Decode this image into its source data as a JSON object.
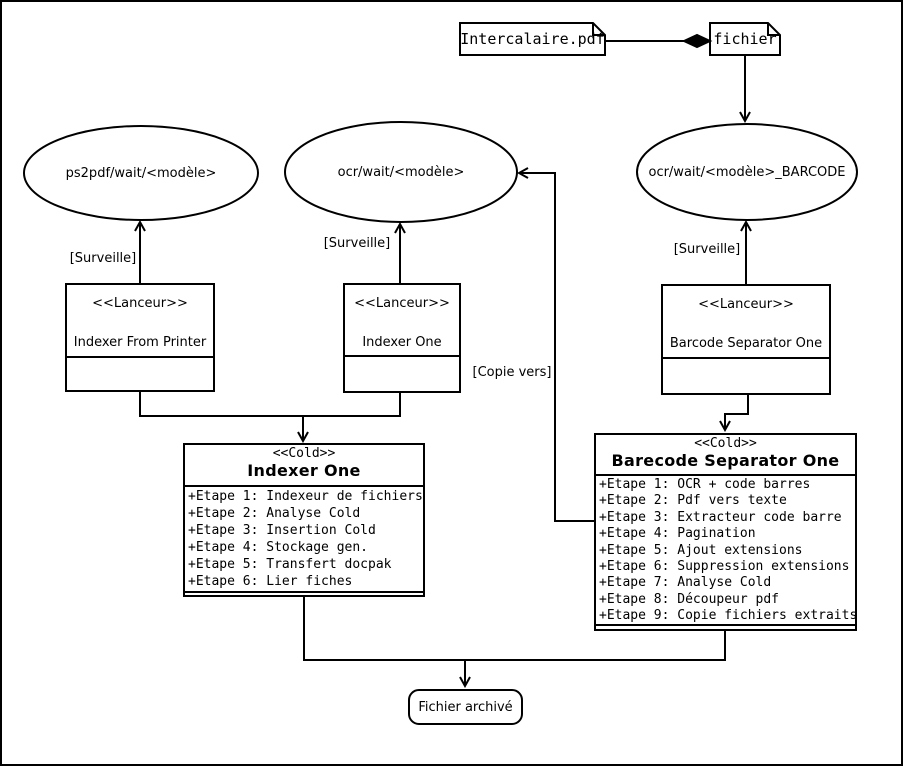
{
  "notes": [
    {
      "label": "Intercalaire.pdf"
    },
    {
      "label": "fichier"
    }
  ],
  "queues": [
    {
      "label": "ps2pdf/wait/<modèle>"
    },
    {
      "label": "ocr/wait/<modèle>"
    },
    {
      "label": "ocr/wait/<modèle>_BARCODE"
    }
  ],
  "launchers": [
    {
      "stereotype": "<<Lanceur>>",
      "name": "Indexer From Printer"
    },
    {
      "stereotype": "<<Lanceur>>",
      "name": "Indexer One"
    },
    {
      "stereotype": "<<Lanceur>>",
      "name": "Barcode Separator One"
    }
  ],
  "cold": [
    {
      "stereotype": "<<Cold>>",
      "name": "Indexer One",
      "steps": [
        "+Etape 1: Indexeur de fichiers",
        "+Etape 2: Analyse Cold",
        "+Etape 3: Insertion Cold",
        "+Etape 4: Stockage gen.",
        "+Etape 5: Transfert docpak",
        "+Etape 6: Lier fiches"
      ]
    },
    {
      "stereotype": "<<Cold>>",
      "name": "Barecode Separator One",
      "steps": [
        "+Etape 1: OCR + code barres",
        "+Etape 2: Pdf vers texte",
        "+Etape 3: Extracteur code barre",
        "+Etape 4: Pagination",
        "+Etape 5: Ajout extensions",
        "+Etape 6: Suppression extensions",
        "+Etape 7: Analyse Cold",
        "+Etape 8: Découpeur pdf",
        "+Etape 9: Copie fichiers extraits"
      ]
    }
  ],
  "edge_labels": {
    "surveille_left": "[Surveille]",
    "surveille_middle": "[Surveille]",
    "surveille_right": "[Surveille]",
    "copie_vers": "[Copie vers]"
  },
  "terminal": {
    "label": "Fichier archivé"
  },
  "colors": {
    "stroke": "#000000",
    "background": "#ffffff"
  }
}
